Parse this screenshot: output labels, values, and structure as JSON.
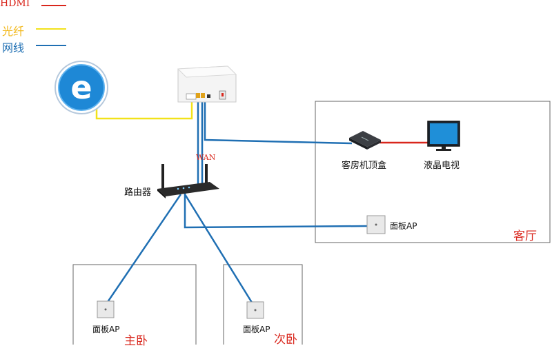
{
  "legend": [
    {
      "label": "HDMI",
      "color": "#d9261c"
    },
    {
      "label": "光纤",
      "color": "#f2e21a"
    },
    {
      "label": "网线",
      "color": "#1f6fb3"
    }
  ],
  "devices": {
    "router_label": "路由器",
    "stb_label": "客房机顶盒",
    "tv_label": "液晶电视",
    "ap_living_label": "面板AP",
    "ap_master_label": "面板AP",
    "ap_second_label": "面板AP",
    "wan_label": "WAN"
  },
  "rooms": {
    "living": "客厅",
    "master": "主卧",
    "second": "次卧"
  },
  "colors": {
    "hdmi": "#d9261c",
    "fiber": "#f2e21a",
    "ethernet": "#1f6fb3",
    "ie_blue": "#1e88d6",
    "room_label": "#d9261c"
  },
  "icons": {
    "browser": "ie-browser-icon",
    "modem": "optical-modem-icon",
    "router": "wireless-router-icon",
    "stb": "set-top-box-icon",
    "tv": "lcd-tv-icon",
    "ap": "panel-ap-icon"
  }
}
